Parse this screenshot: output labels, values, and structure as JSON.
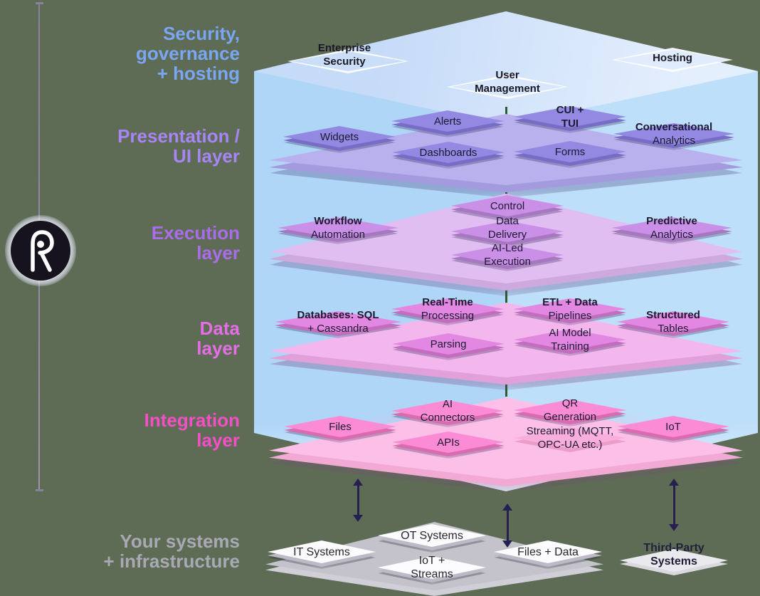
{
  "colors": {
    "background": "#5e6c56",
    "box_blue": "#b6dbf8",
    "security_label": "#7aa6f2",
    "presentation_label": "#a785f4",
    "execution_label": "#ab6ceb",
    "data_label": "#e56ee6",
    "integration_label": "#f44fc7",
    "systems_label": "#a9a9b3",
    "presentation_tile": "#9389e2",
    "execution_tile": "#ca90e7",
    "data_tile": "#e388e2",
    "integration_tile": "#fb8bd4",
    "arrow": "#262050",
    "connector_green": "#2e5a32"
  },
  "icons": {
    "logo": "r-mark-icon"
  },
  "rail_labels": {
    "security": {
      "l1": "Security,",
      "l2": "governance",
      "l3": "+ hosting"
    },
    "presentation": {
      "l1": "Presentation /",
      "l2": "UI layer"
    },
    "execution": {
      "l1": "Execution",
      "l2": "layer"
    },
    "data": {
      "l1": "Data",
      "l2": "layer"
    },
    "integration": {
      "l1": "Integration",
      "l2": "layer"
    },
    "systems": {
      "l1": "Your systems",
      "l2": "+ infrastructure"
    }
  },
  "layers": {
    "top": {
      "tiles": {
        "enterprise_security": {
          "l1": "Enterprise",
          "l2": "Security"
        },
        "user_management": {
          "l1": "User",
          "l2": "Management"
        },
        "hosting": {
          "l1": "Hosting"
        }
      }
    },
    "presentation": {
      "tiles": {
        "widgets": {
          "l1": "Widgets"
        },
        "alerts": {
          "l1": "Alerts"
        },
        "dashboards": {
          "l1": "Dashboards"
        },
        "cui_tui": {
          "l1": "CUI +",
          "l2": "TUI"
        },
        "forms": {
          "l1": "Forms"
        },
        "conversational": {
          "l1": "Conversational",
          "l2": "Analytics"
        }
      }
    },
    "execution": {
      "tiles": {
        "workflow": {
          "l1": "Workflow",
          "l2": "Automation"
        },
        "control": {
          "l1": "Control"
        },
        "data_delivery": {
          "l1": "Data",
          "l2": "Delivery"
        },
        "ai_led": {
          "l1": "AI-Led",
          "l2": "Execution"
        },
        "predictive": {
          "l1": "Predictive",
          "l2": "Analytics"
        }
      }
    },
    "data": {
      "tiles": {
        "databases": {
          "l1": "Databases: SQL",
          "l2": "+ Cassandra"
        },
        "realtime": {
          "l1": "Real-Time",
          "l2": "Processing"
        },
        "parsing": {
          "l1": "Parsing"
        },
        "etl": {
          "l1": "ETL + Data",
          "l2": "Pipelines"
        },
        "ai_model": {
          "l1": "AI Model",
          "l2": "Training"
        },
        "structured": {
          "l1": "Structured",
          "l2": "Tables"
        }
      }
    },
    "integration": {
      "tiles": {
        "files": {
          "l1": "Files"
        },
        "ai_connectors": {
          "l1": "AI",
          "l2": "Connectors"
        },
        "apis": {
          "l1": "APIs"
        },
        "qr": {
          "l1": "QR",
          "l2": "Generation"
        },
        "streaming": {
          "l1": "Streaming (MQTT,",
          "l2": "OPC-UA etc.)"
        },
        "iot": {
          "l1": "IoT"
        }
      }
    }
  },
  "infrastructure": {
    "tiles": {
      "it": {
        "l1": "IT Systems"
      },
      "ot": {
        "l1": "OT Systems"
      },
      "iot_streams": {
        "l1": "IoT +",
        "l2": "Streams"
      },
      "files_data": {
        "l1": "Files + Data"
      },
      "third_party": {
        "l1": "Third-Party",
        "l2": "Systems"
      }
    }
  }
}
